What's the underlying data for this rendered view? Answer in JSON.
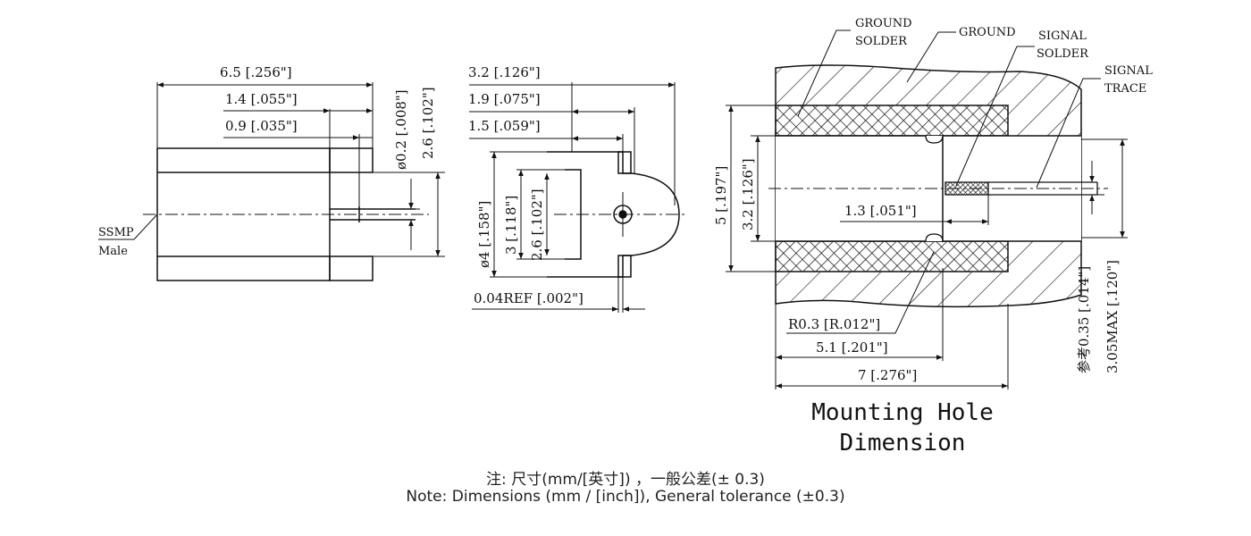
{
  "side_view": {
    "dims": {
      "overall_length": "6.5 [.256\"]",
      "pin_extension": "1.4 [.055\"]",
      "pin_tip": "0.9 [.035\"]",
      "pin_diameter": "ø0.2 [.008\"]",
      "pin_height": "2.6 [.102\"]"
    },
    "label_line1": "SSMP",
    "label_line2": "Male"
  },
  "front_view": {
    "dims": {
      "width_total": "3.2 [.126\"]",
      "width_mid": "1.9 [.075\"]",
      "width_inner": "1.5 [.059\"]",
      "dia_outer": "ø4 [.158\"]",
      "dia_3": "3 [.118\"]",
      "dia_2_6": "2.6 [.102\"]",
      "ref_offset": "0.04REF [.002\"]"
    }
  },
  "mounting_hole": {
    "labels": {
      "ground_solder_1": "GROUND",
      "ground_solder_2": "SOLDER",
      "ground": "GROUND",
      "signal_solder_1": "SIGNAL",
      "signal_solder_2": "SOLDER",
      "signal_trace_1": "SIGNAL",
      "signal_trace_2": "TRACE"
    },
    "dims": {
      "outer_height": "5 [.197\"]",
      "inner_height": "3.2 [.126\"]",
      "signal_length": "1.3 [.051\"]",
      "radius": "R0.3 [R.012\"]",
      "depth_inner": "5.1 [.201\"]",
      "depth_total": "7 [.276\"]",
      "ref_thickness": "参考0.35 [.014\"]",
      "max_thickness": "3.05MAX [.120\"]"
    },
    "title_line1": "Mounting Hole",
    "title_line2": "Dimension"
  },
  "notes": {
    "chinese": "注: 尺寸(mm/[英寸]) ，一般公差(± 0.3)",
    "english": "Note: Dimensions (mm / [inch]), General tolerance (±0.3)"
  }
}
